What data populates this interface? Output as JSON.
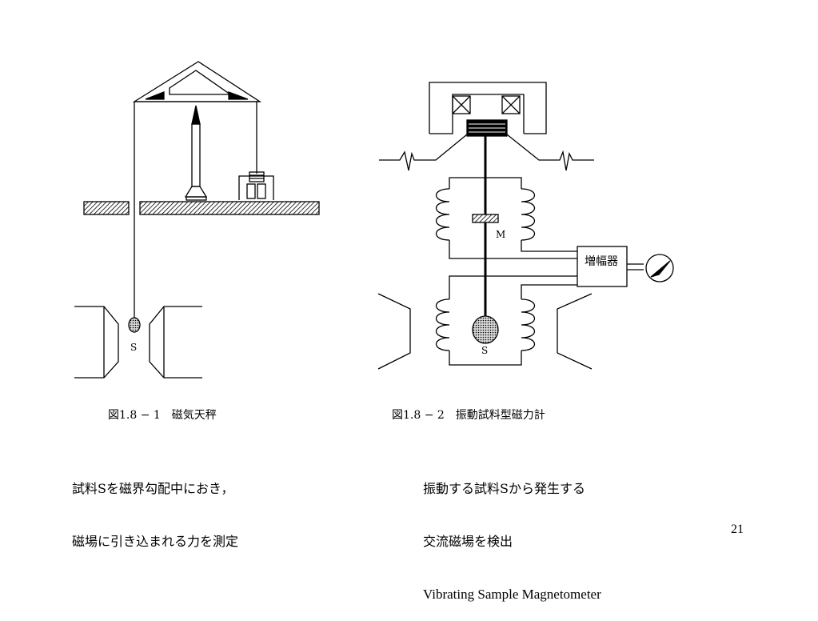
{
  "figure_left": {
    "sample_label": "S",
    "caption": "図1.8 − 1　磁気天秤",
    "description": [
      "試料Sを磁界勾配中におき，",
      "磁場に引き込まれる力を測定"
    ]
  },
  "figure_right": {
    "magnet_label": "M",
    "sample_label": "S",
    "amplifier_label": "増幅器",
    "caption": "図1.8 − 2　振動試料型磁力計",
    "description": [
      "振動する試料Sから発生する",
      "交流磁場を検出"
    ],
    "description_en": "Vibrating Sample Magnetometer"
  },
  "page_number": "21"
}
